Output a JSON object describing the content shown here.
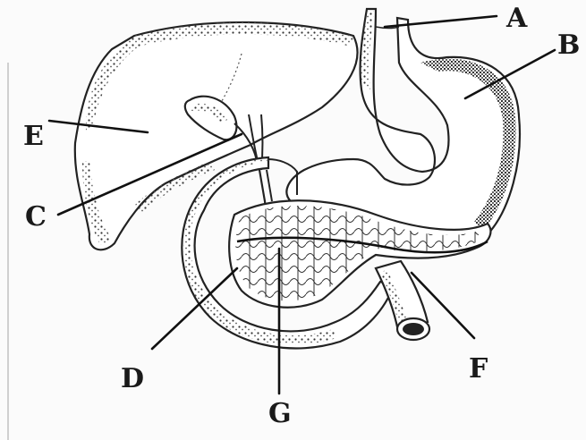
{
  "diagram": {
    "labels": {
      "A": "A",
      "B": "B",
      "C": "C",
      "D": "D",
      "E": "E",
      "F": "F",
      "G": "G"
    },
    "colors": {
      "ink": "#1a1a1a",
      "background": "#fbfbfb"
    }
  }
}
